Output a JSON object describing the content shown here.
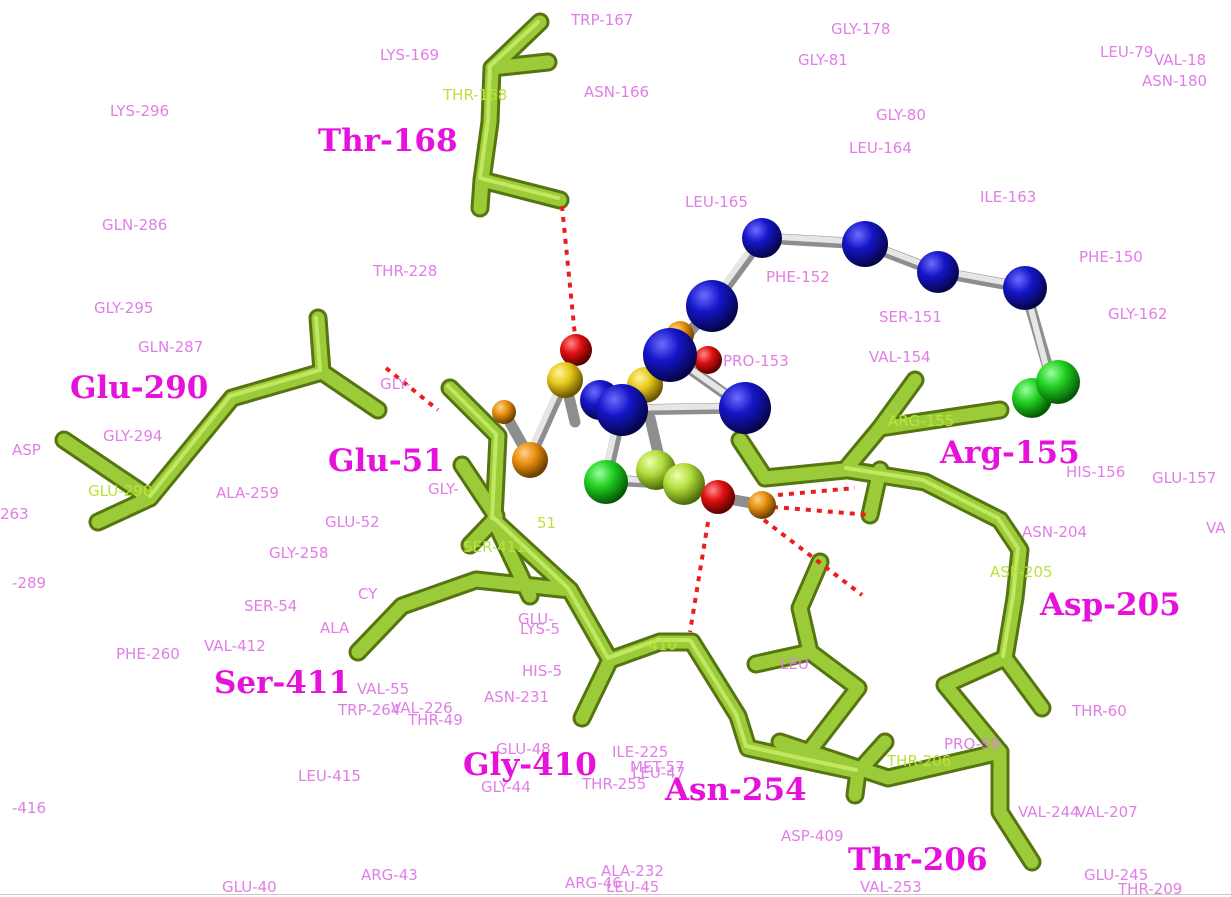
{
  "residue_labels": [
    {
      "text": "TRP-167",
      "color": "pink"
    },
    {
      "text": "LYS-169",
      "color": "pink"
    },
    {
      "text": "THR-168",
      "color": "lime"
    },
    {
      "text": "ASN-166",
      "color": "pink"
    },
    {
      "text": "GLY-178",
      "color": "pink"
    },
    {
      "text": "GLY-81",
      "color": "pink"
    },
    {
      "text": "LEU-79",
      "color": "pink"
    },
    {
      "text": "VAL-18",
      "color": "pink"
    },
    {
      "text": "ASN-180",
      "color": "pink"
    },
    {
      "text": "LYS-296",
      "color": "pink"
    },
    {
      "text": "GLY-80",
      "color": "pink"
    },
    {
      "text": "LEU-164",
      "color": "pink"
    },
    {
      "text": "LEU-165",
      "color": "pink"
    },
    {
      "text": "ILE-163",
      "color": "pink"
    },
    {
      "text": "GLN-286",
      "color": "pink"
    },
    {
      "text": "PHE-150",
      "color": "pink"
    },
    {
      "text": "THR-228",
      "color": "pink"
    },
    {
      "text": "PHE-152",
      "color": "pink"
    },
    {
      "text": "GLY-295",
      "color": "pink"
    },
    {
      "text": "SER-151",
      "color": "pink"
    },
    {
      "text": "GLY-162",
      "color": "pink"
    },
    {
      "text": "GLN-287",
      "color": "pink"
    },
    {
      "text": "PRO-153",
      "color": "pink"
    },
    {
      "text": "VAL-154",
      "color": "pink"
    },
    {
      "text": "GLY-",
      "color": "pink"
    },
    {
      "text": "ARG-155",
      "color": "lime"
    },
    {
      "text": "ASP",
      "color": "pink"
    },
    {
      "text": "GLY-294",
      "color": "pink"
    },
    {
      "text": "HIS-156",
      "color": "pink"
    },
    {
      "text": "GLU-157",
      "color": "pink"
    },
    {
      "text": "GLU-290",
      "color": "lime"
    },
    {
      "text": "ALA-259",
      "color": "pink"
    },
    {
      "text": "GLY-",
      "color": "pink"
    },
    {
      "text": "263",
      "color": "pink"
    },
    {
      "text": "GLU-52",
      "color": "pink"
    },
    {
      "text": "51",
      "color": "lime"
    },
    {
      "text": "ASN-204",
      "color": "pink"
    },
    {
      "text": "VA",
      "color": "pink"
    },
    {
      "text": "GLY-258",
      "color": "pink"
    },
    {
      "text": "SER-411",
      "color": "lime"
    },
    {
      "text": "ASP-205",
      "color": "lime"
    },
    {
      "text": "-289",
      "color": "pink"
    },
    {
      "text": "SER-54",
      "color": "pink"
    },
    {
      "text": "CY",
      "color": "pink"
    },
    {
      "text": "GLU-",
      "color": "pink"
    },
    {
      "text": "LYS-5",
      "color": "pink"
    },
    {
      "text": "ALA",
      "color": "pink"
    },
    {
      "text": "VAL-412",
      "color": "pink"
    },
    {
      "text": "-410",
      "color": "lime"
    },
    {
      "text": "PHE-260",
      "color": "pink"
    },
    {
      "text": "LEU",
      "color": "pink"
    },
    {
      "text": "HIS-5",
      "color": "pink"
    },
    {
      "text": "VAL-55",
      "color": "pink"
    },
    {
      "text": "ASN-231",
      "color": "pink"
    },
    {
      "text": "TRP-264",
      "color": "pink"
    },
    {
      "text": "VAL-226",
      "color": "pink"
    },
    {
      "text": "THR-49",
      "color": "pink"
    },
    {
      "text": "THR-60",
      "color": "pink"
    },
    {
      "text": "GLU-48",
      "color": "pink"
    },
    {
      "text": "ILE-225",
      "color": "pink"
    },
    {
      "text": "PRO-59",
      "color": "pink"
    },
    {
      "text": "MET-57",
      "color": "pink"
    },
    {
      "text": "LEU-47",
      "color": "pink"
    },
    {
      "text": "THR-206",
      "color": "lime"
    },
    {
      "text": "LEU-415",
      "color": "pink"
    },
    {
      "text": "GLY-44",
      "color": "pink"
    },
    {
      "text": "THR-255",
      "color": "pink"
    },
    {
      "text": "-416",
      "color": "pink"
    },
    {
      "text": "VAL-244",
      "color": "pink"
    },
    {
      "text": "VAL-207",
      "color": "pink"
    },
    {
      "text": "ASP-409",
      "color": "pink"
    },
    {
      "text": "ARG-43",
      "color": "pink"
    },
    {
      "text": "ALA-232",
      "color": "pink"
    },
    {
      "text": "GLU-245",
      "color": "pink"
    },
    {
      "text": "GLU-40",
      "color": "pink"
    },
    {
      "text": "ARG-46",
      "color": "pink"
    },
    {
      "text": "LEU-45",
      "color": "pink"
    },
    {
      "text": "VAL-253",
      "color": "pink"
    },
    {
      "text": "THR-209",
      "color": "pink"
    }
  ],
  "key_residues": [
    "Thr-168",
    "Glu-290",
    "Glu-51",
    "Arg-155",
    "Asp-205",
    "Ser-411",
    "Gly-410",
    "Asn-254",
    "Thr-206"
  ],
  "colors": {
    "background": "#ffffff",
    "residue_label": "#e07ee6",
    "residue_label_highlight": "#b9e33a",
    "key_residue_label": "#e612dc",
    "stick_carbon": "#9ccb3a",
    "ligand_nitrogen": "#1010b8",
    "ligand_oxygen": "#e01010",
    "ligand_sulfur": "#e6c81a",
    "ligand_phosphorus": "#e8900e",
    "ligand_chlorine": "#22d022",
    "ligand_bond": "#d8d8d8",
    "hbond": "#ee1c1c"
  }
}
